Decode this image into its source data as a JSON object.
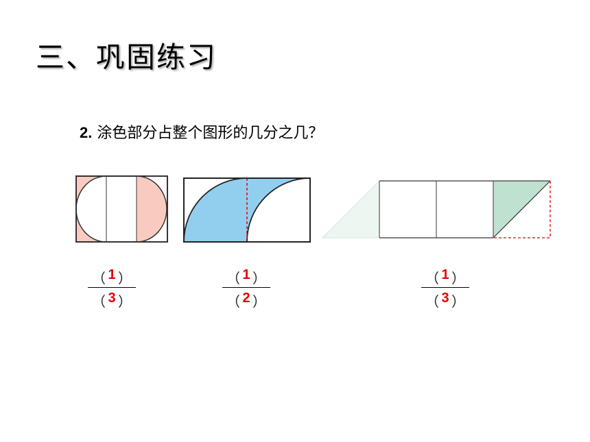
{
  "title": "三、巩固练习",
  "question": {
    "number": "2.",
    "text": "涂色部分占整个图形的几分之几？"
  },
  "paren_open": "（",
  "paren_close": "）",
  "answers": [
    {
      "numerator": "1",
      "denominator": "3"
    },
    {
      "numerator": "1",
      "denominator": "2"
    },
    {
      "numerator": "1",
      "denominator": "3"
    }
  ],
  "colors": {
    "pink_fill": "#f9cbc0",
    "blue_fill": "#92cfef",
    "green_fill": "#bfe1cf",
    "faded_fill": "#eef6f1",
    "answer_red": "#e60000",
    "dash_red": "#e60000"
  }
}
